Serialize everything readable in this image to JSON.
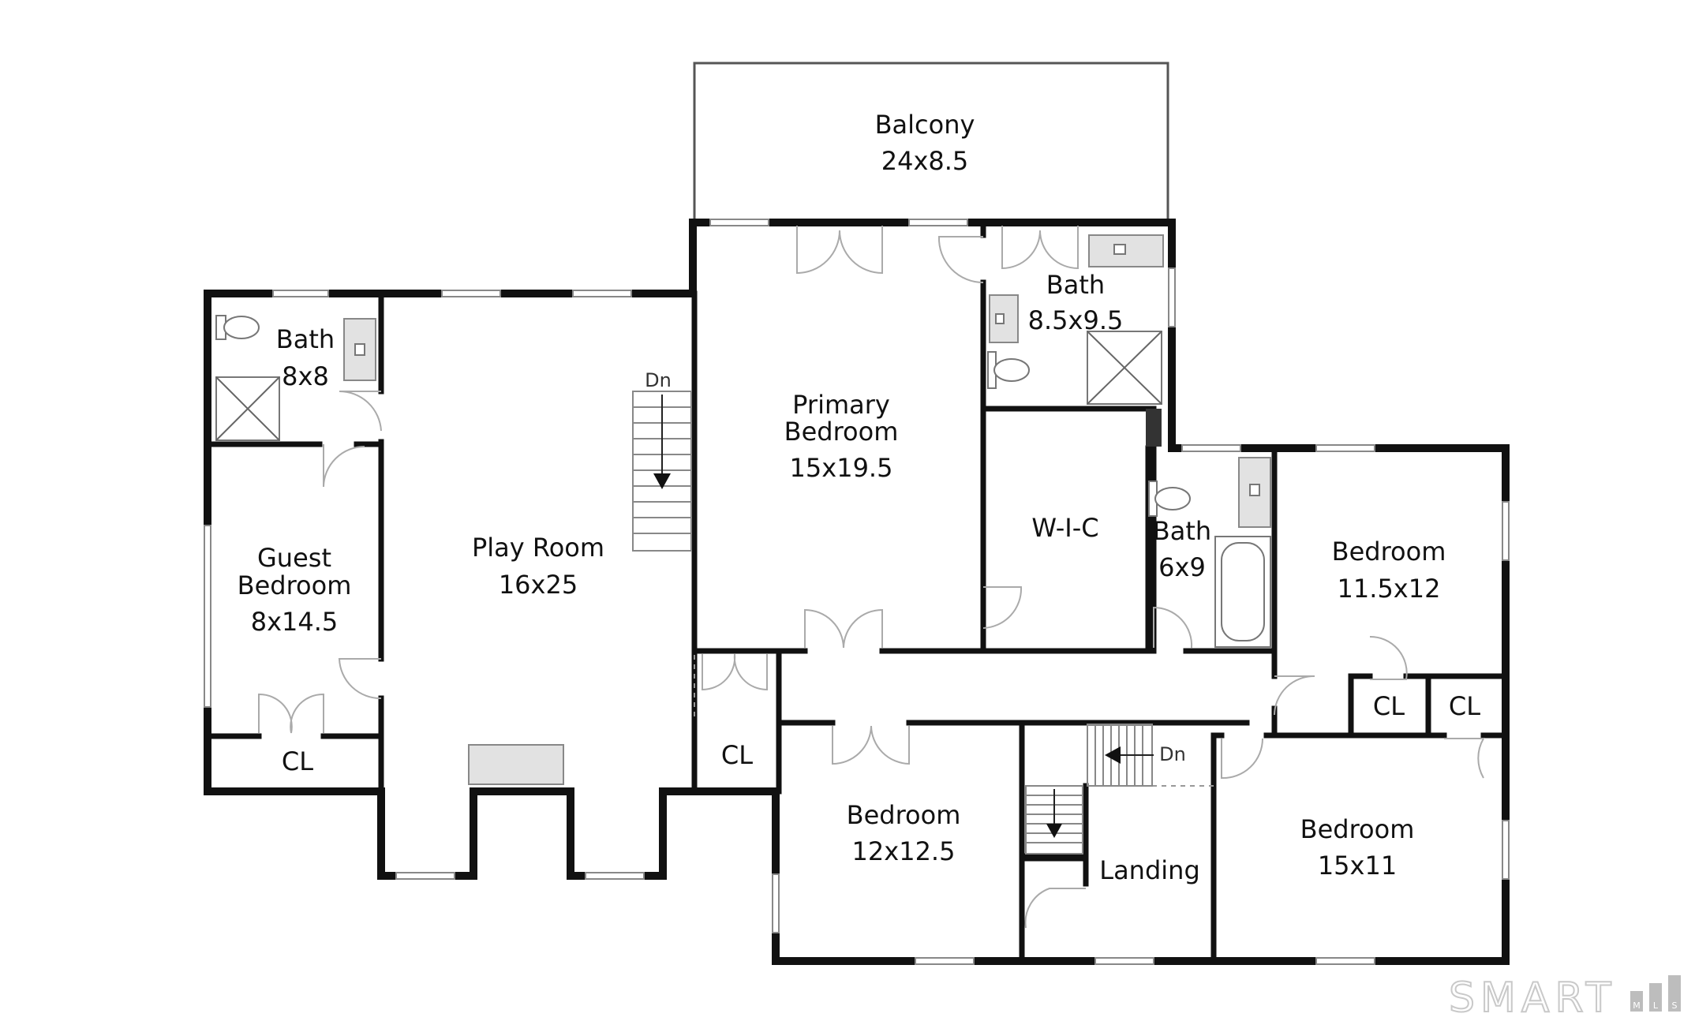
{
  "rooms": {
    "balcony": {
      "name": "Balcony",
      "size": "24x8.5"
    },
    "primary_bath": {
      "name": "Bath",
      "size": "8.5x9.5"
    },
    "primary_bedroom": {
      "name_line1": "Primary",
      "name_line2": "Bedroom",
      "size": "15x19.5"
    },
    "guest_bath": {
      "name": "Bath",
      "size": "8x8"
    },
    "guest_bedroom": {
      "name_line1": "Guest",
      "name_line2": "Bedroom",
      "size": "8x14.5"
    },
    "play_room": {
      "name": "Play Room",
      "size": "16x25"
    },
    "wic": {
      "name": "W-I-C"
    },
    "hall_bath": {
      "name": "Bath",
      "size": "6x9"
    },
    "bedroom_east": {
      "name": "Bedroom",
      "size": "11.5x12"
    },
    "bedroom_center": {
      "name": "Bedroom",
      "size": "12x12.5"
    },
    "bedroom_southeast": {
      "name": "Bedroom",
      "size": "15x11"
    },
    "landing": {
      "name": "Landing"
    },
    "closet_guest": {
      "name": "CL"
    },
    "closet_center": {
      "name": "CL"
    },
    "closet_east_1": {
      "name": "CL"
    },
    "closet_east_2": {
      "name": "CL"
    }
  },
  "stairs": {
    "down_label_1": "Dn",
    "down_label_2": "Dn"
  },
  "watermark": {
    "brand": "SMART",
    "letters": [
      "M",
      "L",
      "S"
    ]
  }
}
